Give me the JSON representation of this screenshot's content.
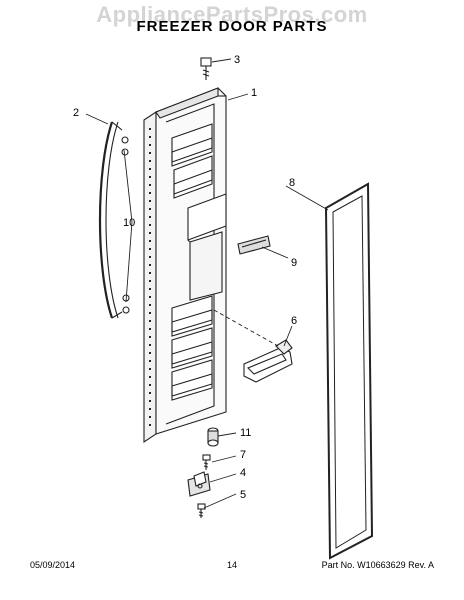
{
  "watermark": "AppliancePartsPros.com",
  "title": "FREEZER DOOR PARTS",
  "callouts": {
    "c1": "1",
    "c2": "2",
    "c3": "3",
    "c4": "4",
    "c5": "5",
    "c6": "6",
    "c7": "7",
    "c8": "8",
    "c9": "9",
    "c10": "10",
    "c11": "11"
  },
  "footer": {
    "date": "05/09/2014",
    "page": "14",
    "part_number": "Part No. W10663629  Rev. A"
  }
}
